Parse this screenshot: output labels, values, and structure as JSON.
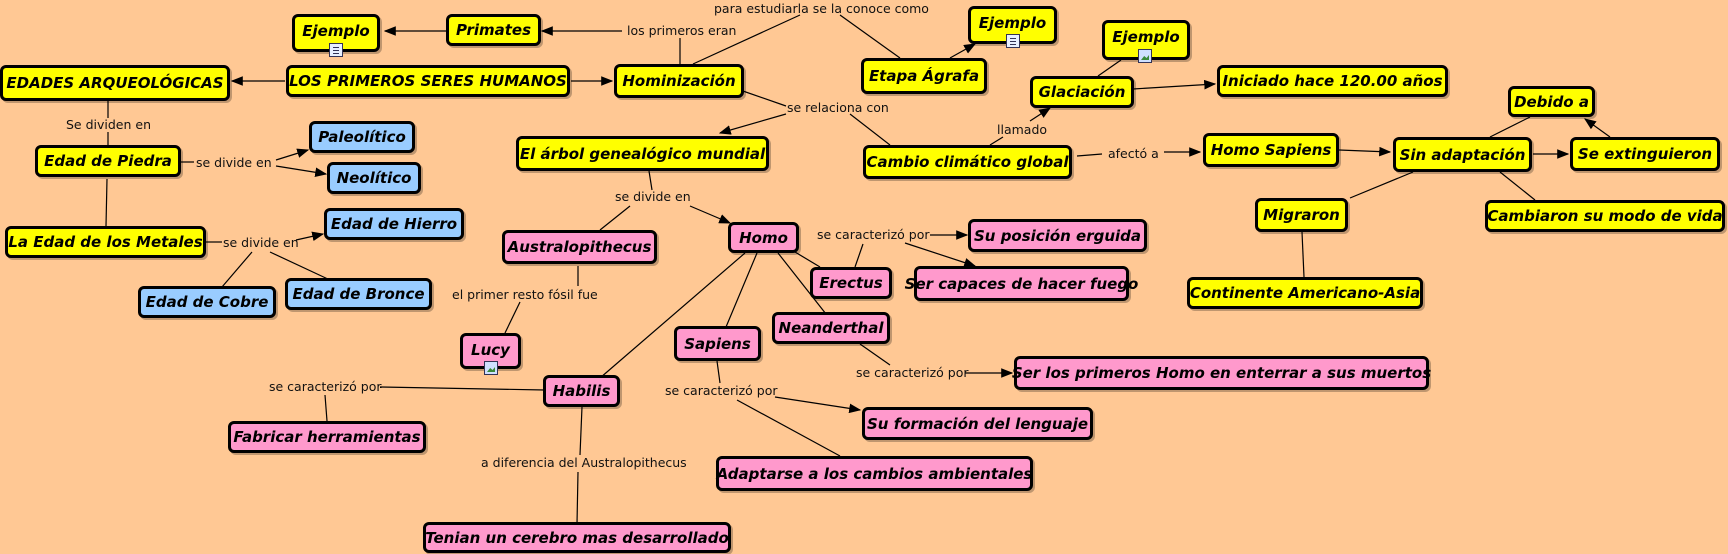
{
  "nodes": {
    "edades_arqueologicas": "EDADES ARQUEOLÓGICAS",
    "primeros_seres": "LOS PRIMEROS SERES HUMANOS",
    "hominizacion": "Hominización",
    "primates": "Primates",
    "ejemplo_1": "Ejemplo",
    "ejemplo_2": "Ejemplo",
    "ejemplo_3": "Ejemplo",
    "etapa_agrafa": "Etapa Ágrafa",
    "glaciacion": "Glaciación",
    "iniciado": "Iniciado hace 120.00 años",
    "edad_piedra": "Edad de Piedra",
    "paleolitico": "Paleolítico",
    "neolitico": "Neolítico",
    "edad_metales": "La Edad de los Metales",
    "edad_hierro": "Edad de Hierro",
    "edad_cobre": "Edad de Cobre",
    "edad_bronce": "Edad de Bronce",
    "arbol": "El árbol genealógico mundial",
    "australopithecus": "Australopithecus",
    "homo": "Homo",
    "lucy": "Lucy",
    "habilis": "Habilis",
    "fabricar": "Fabricar herramientas",
    "tenian": "Tenian un cerebro mas desarrollado",
    "sapiens": "Sapiens",
    "formacion": "Su formación del lenguaje",
    "adaptarse": "Adaptarse a los cambios ambientales",
    "erectus": "Erectus",
    "posicion": "Su posición erguida",
    "fuego": "Ser capaces de hacer fuego",
    "neanderthal": "Neanderthal",
    "enterrar": "Ser los primeros Homo en enterrar a sus muertos",
    "cambio_climatico": "Cambio climático global",
    "homo_sapiens": "Homo Sapiens",
    "sin_adaptacion": "Sin adaptación",
    "debido_a": "Debido a",
    "se_extinguieron": "Se extinguieron",
    "migraron": "Migraron",
    "cambiaron": "Cambiaron su modo de vida",
    "continente": "Continente Americano-Asia"
  },
  "labels": {
    "para_estudiarla": "para estudiarla se la conoce como",
    "primeros_eran": "los primeros eran",
    "se_dividen_en": "Se dividen en",
    "se_divide_en_1": "se divide en",
    "se_divide_en_2": "se divide en",
    "se_relaciona": "se relaciona con",
    "se_divide_en_3": "se divide en",
    "llamado": "llamado",
    "afecto": "afectó a",
    "caracterizo_1": "se caracterizó por",
    "primer_resto": "el primer resto fósil fue",
    "caracterizo_2": "se caracterizó por",
    "caracterizo_3": "se caracterizó por",
    "caracterizo_4": "se caracterizó por",
    "diferencia": "a diferencia del Australopithecus"
  },
  "colors": {
    "background": "#ffc894",
    "yellow_node": "#ffff00",
    "pink_node": "#ff99cc",
    "blue_node": "#99ccff"
  }
}
